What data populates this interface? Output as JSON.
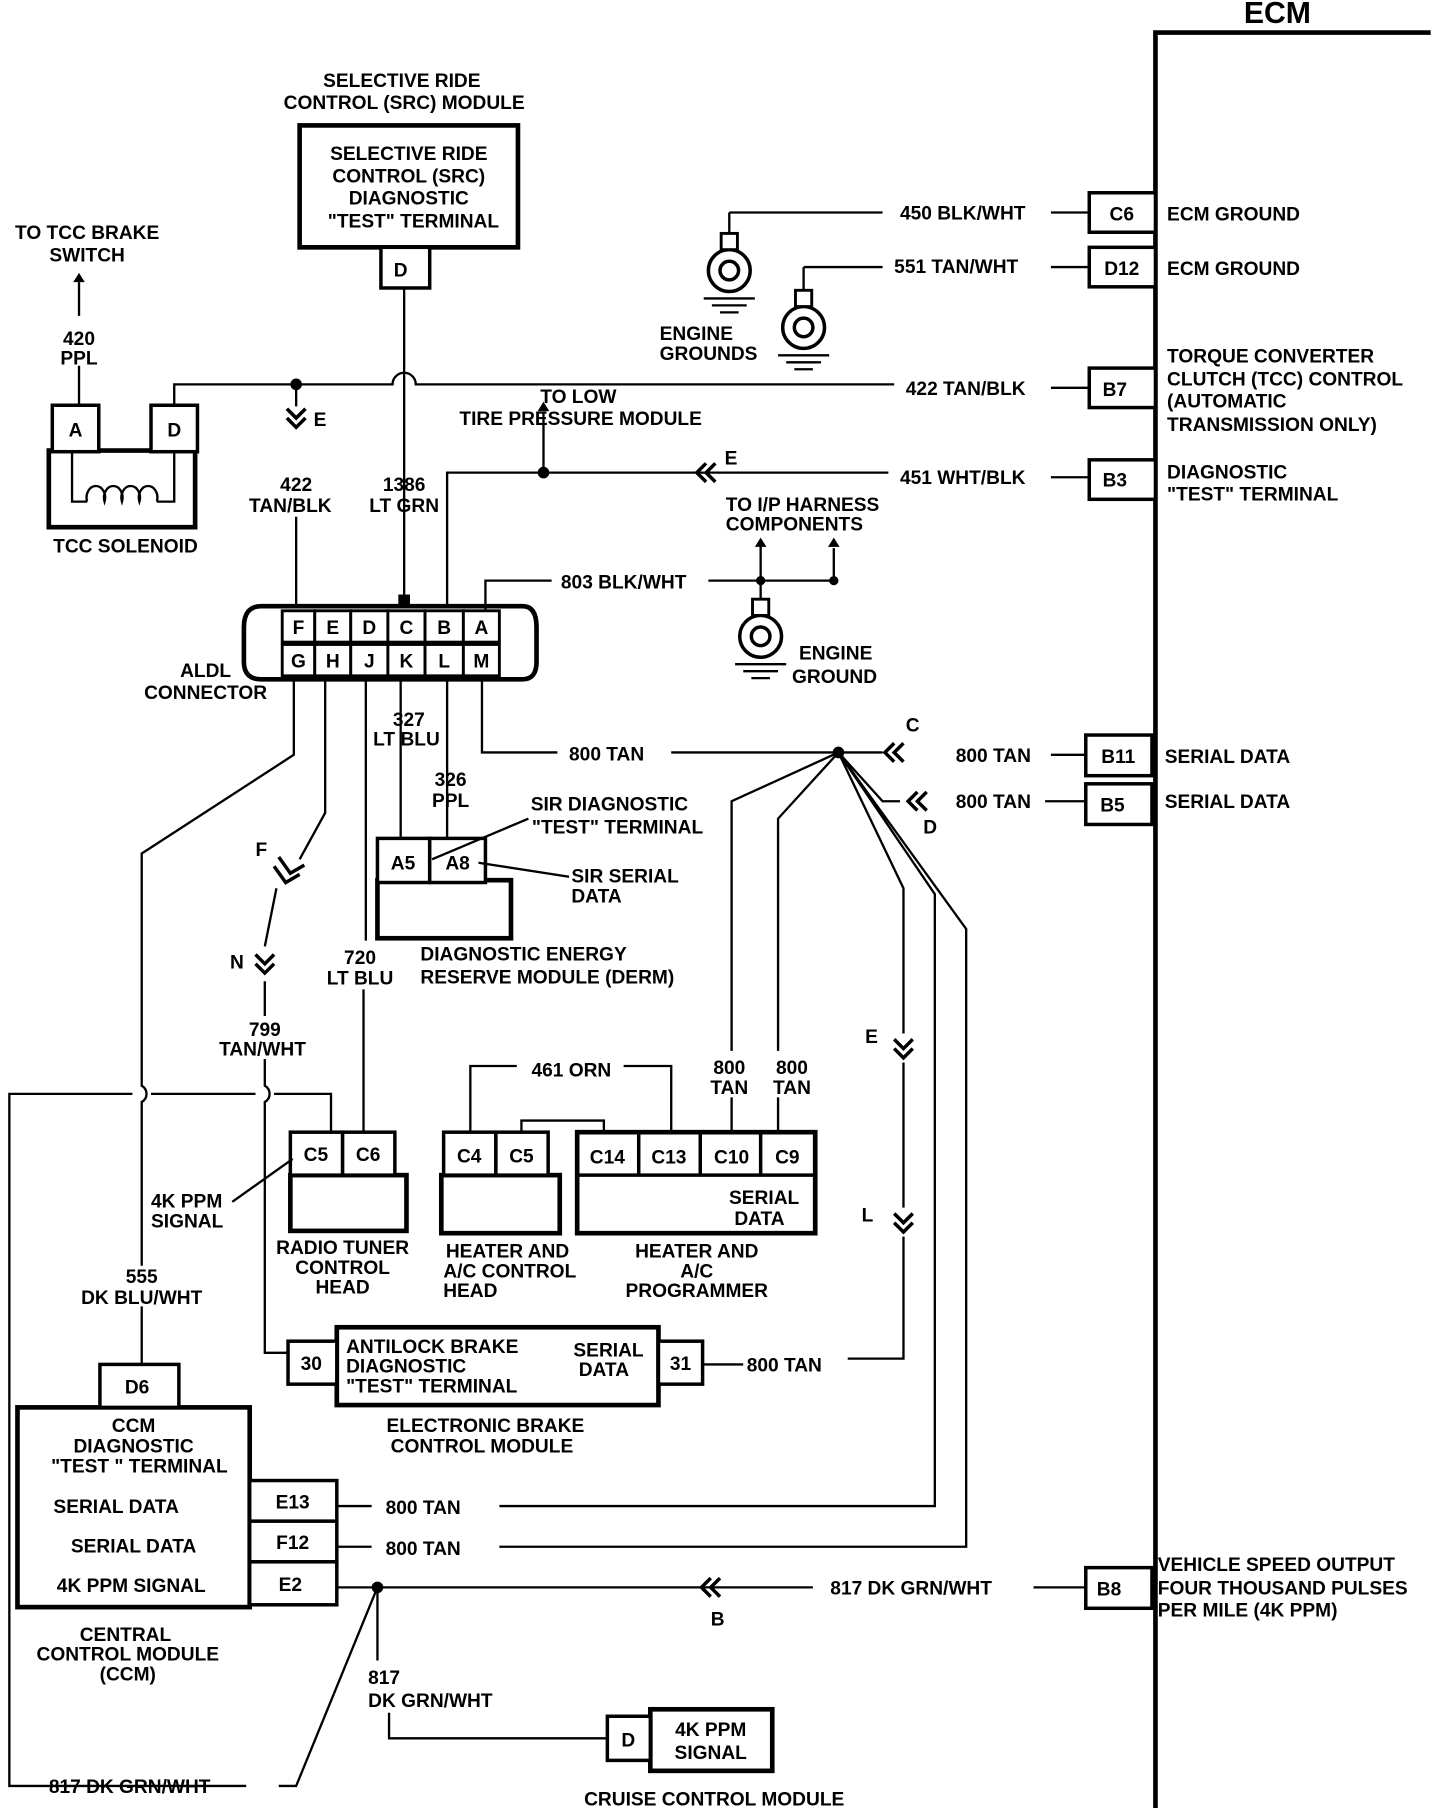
{
  "ecm": {
    "title": "ECM",
    "pins": [
      {
        "pin": "C6",
        "wire": "450 BLK/WHT",
        "label": [
          "ECM GROUND"
        ]
      },
      {
        "pin": "D12",
        "wire": "551 TAN/WHT",
        "label": [
          "ECM GROUND"
        ]
      },
      {
        "pin": "B7",
        "wire": "422 TAN/BLK",
        "label": [
          "TORQUE CONVERTER",
          "CLUTCH (TCC) CONTROL",
          "(AUTOMATIC",
          "TRANSMISSION ONLY)"
        ]
      },
      {
        "pin": "B3",
        "wire": "451 WHT/BLK",
        "label": [
          "DIAGNOSTIC",
          "\"TEST\" TERMINAL"
        ]
      },
      {
        "pin": "B11",
        "wire": "800 TAN",
        "label": [
          "SERIAL DATA"
        ]
      },
      {
        "pin": "B5",
        "wire": "800 TAN",
        "label": [
          "SERIAL DATA"
        ]
      },
      {
        "pin": "B8",
        "wire": "817 DK GRN/WHT",
        "label": [
          "VEHICLE SPEED OUTPUT",
          "FOUR THOUSAND PULSES",
          "PER MILE  (4K PPM)"
        ]
      }
    ]
  },
  "engine_grounds": [
    "ENGINE",
    "GROUNDS"
  ],
  "engine_ground": [
    "ENGINE",
    "GROUND"
  ],
  "src": {
    "title": [
      "SELECTIVE RIDE",
      "CONTROL (SRC) MODULE"
    ],
    "box": [
      "SELECTIVE RIDE",
      "CONTROL (SRC)",
      "DIAGNOSTIC",
      "\"TEST\" TERMINAL"
    ],
    "pin": "D",
    "wire": [
      "1386",
      "LT GRN"
    ]
  },
  "tcc": {
    "brake": [
      "TO TCC BRAKE",
      "SWITCH"
    ],
    "wire420": [
      "420",
      "PPL"
    ],
    "pin_a": "A",
    "pin_d": "D",
    "label": "TCC SOLENOID",
    "wire422": [
      "422",
      "TAN/BLK"
    ]
  },
  "low_tire": [
    "TO LOW",
    "TIRE PRESSURE MODULE"
  ],
  "ip_harness": [
    "TO I/P HARNESS",
    "COMPONENTS"
  ],
  "wire803": "803 BLK/WHT",
  "aldl": {
    "label": [
      "ALDL",
      "CONNECTOR"
    ],
    "top": [
      "F",
      "E",
      "D",
      "C",
      "B",
      "A"
    ],
    "bottom": [
      "G",
      "H",
      "J",
      "K",
      "L",
      "M"
    ]
  },
  "wire800_m": "800 TAN",
  "wire327": [
    "327",
    "LT BLU"
  ],
  "wire326": [
    "326",
    "PPL"
  ],
  "derm": {
    "pins": [
      "A5",
      "A8"
    ],
    "sir_diag": [
      "SIR DIAGNOSTIC",
      "\"TEST\" TERMINAL"
    ],
    "sir_serial": [
      "SIR SERIAL",
      "DATA"
    ],
    "label": [
      "DIAGNOSTIC ENERGY",
      "RESERVE MODULE (DERM)"
    ]
  },
  "wire720": [
    "720",
    "LT BLU"
  ],
  "wire799": [
    "799",
    "TAN/WHT"
  ],
  "wire555": [
    "555",
    "DK BLU/WHT"
  ],
  "splice_letters": {
    "e1": "E",
    "e2": "E",
    "c": "C",
    "d": "D",
    "f": "F",
    "n": "N",
    "e3": "E",
    "l": "L",
    "b": "B"
  },
  "radio": {
    "pins": [
      "C5",
      "C6"
    ],
    "signal": [
      "4K PPM",
      "SIGNAL"
    ],
    "label": [
      "RADIO TUNER",
      "CONTROL",
      "HEAD"
    ]
  },
  "hvac_head": {
    "pins": [
      "C4",
      "C5"
    ],
    "label": [
      "HEATER AND",
      "A/C CONTROL",
      "HEAD"
    ]
  },
  "wire461": "461 ORN",
  "programmer": {
    "pins": [
      "C14",
      "C13",
      "C10",
      "C9"
    ],
    "inside": [
      "SERIAL",
      "DATA"
    ],
    "label": [
      "HEATER AND",
      "A/C",
      "PROGRAMMER"
    ],
    "w1": [
      "800",
      "TAN"
    ],
    "w2": [
      "800",
      "TAN"
    ]
  },
  "ebcm": {
    "pin30": "30",
    "pin31": "31",
    "inside": [
      "ANTILOCK BRAKE",
      "DIAGNOSTIC",
      "\"TEST\" TERMINAL"
    ],
    "serial": [
      "SERIAL",
      "DATA"
    ],
    "wire": "800 TAN",
    "label": [
      "ELECTRONIC BRAKE",
      "CONTROL MODULE"
    ]
  },
  "ccm": {
    "pin": "D6",
    "inside": [
      "CCM",
      "DIAGNOSTIC",
      "\"TEST \" TERMINAL",
      "SERIAL DATA",
      "SERIAL DATA",
      "4K PPM SIGNAL"
    ],
    "pins": [
      "E13",
      "F12",
      "E2"
    ],
    "wires": [
      "800 TAN",
      "800 TAN"
    ],
    "label": [
      "CENTRAL",
      "CONTROL MODULE",
      "(CCM)"
    ]
  },
  "wire817": [
    "817",
    "DK GRN/WHT"
  ],
  "wire817_left": "817 DK GRN/WHT",
  "cruise": {
    "pin": "D",
    "inside": [
      "4K PPM",
      "SIGNAL"
    ],
    "label": "CRUISE CONTROL MODULE"
  }
}
